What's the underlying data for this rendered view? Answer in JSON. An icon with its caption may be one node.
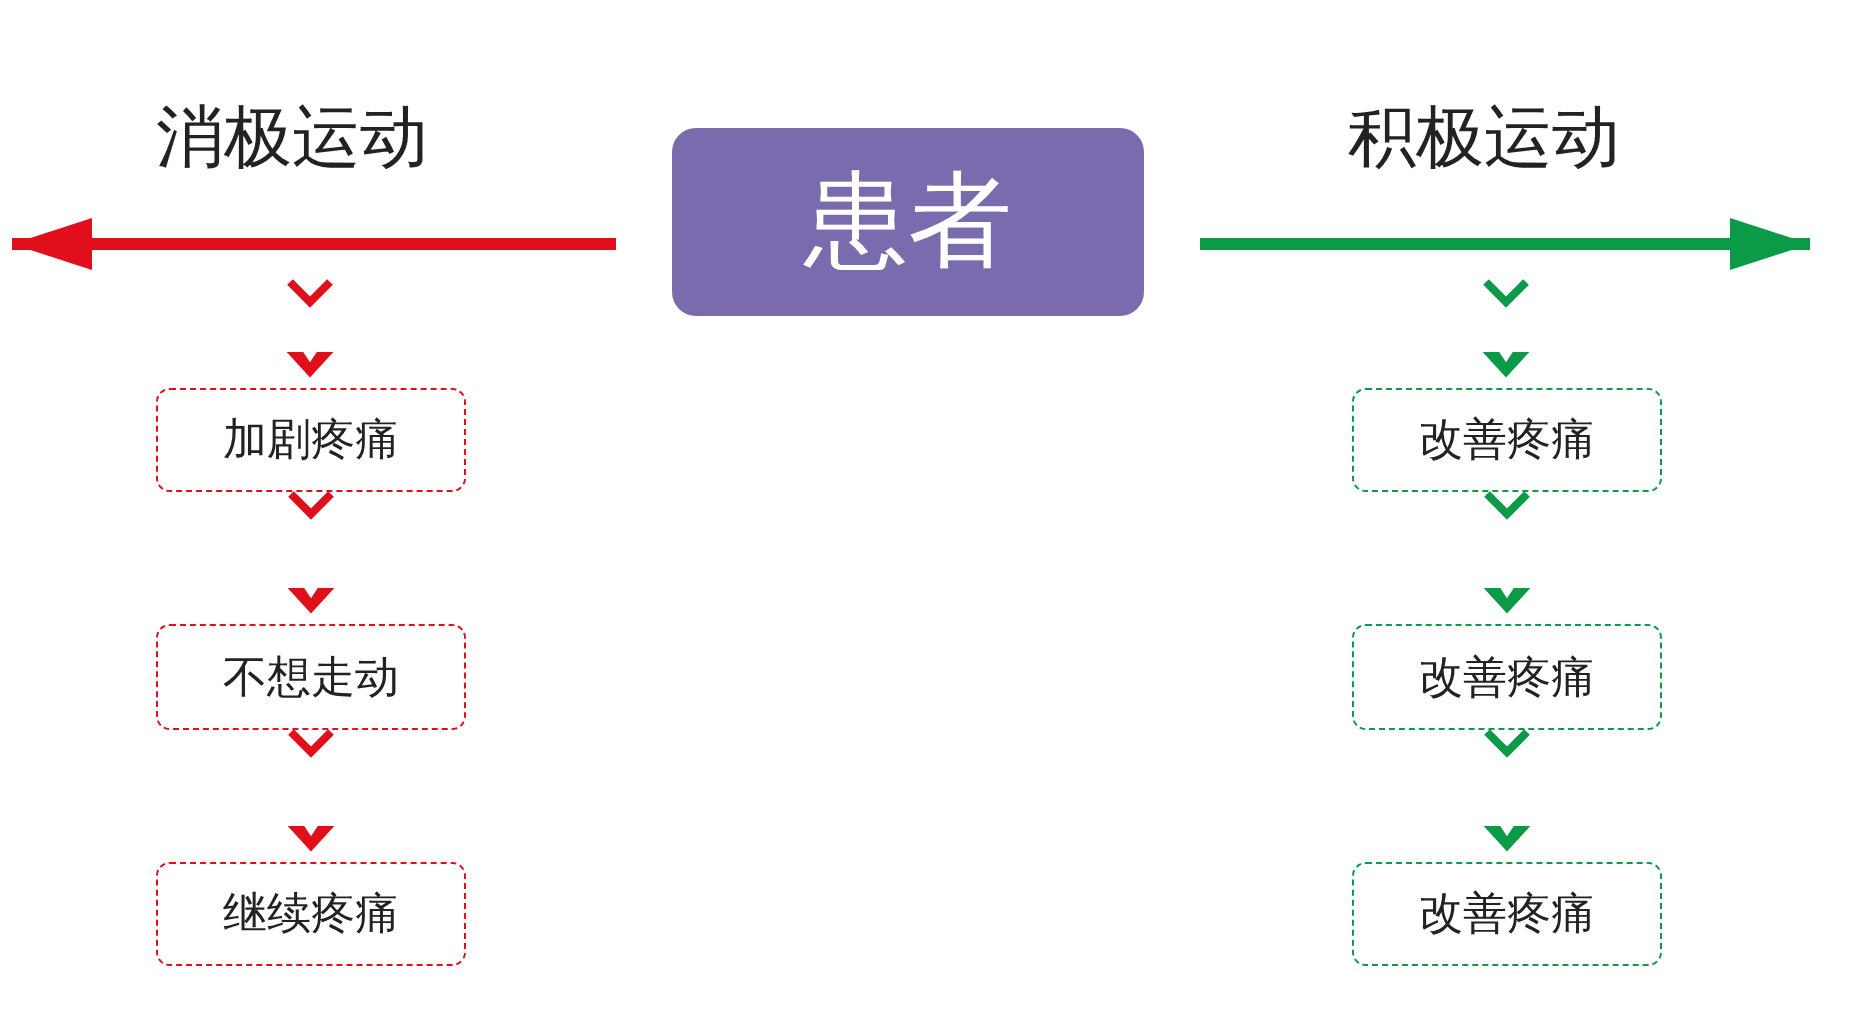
{
  "diagram": {
    "nodes": [
      {
        "text": [
          "患者"
        ]
      },
      {
        "text": [
          "加剧疼痛"
        ]
      },
      {
        "text": [
          "不想走动"
        ]
      },
      {
        "text": [
          "继续疼痛"
        ]
      },
      {
        "text": [
          "改善疼痛"
        ]
      },
      {
        "text": [
          "改善疼痛"
        ]
      },
      {
        "text": [
          "改善疼痛"
        ]
      }
    ],
    "edges": [
      {
        "from": 0,
        "to": null,
        "arrow": "to",
        "color": "#e10f1c"
      },
      {
        "from": 0,
        "to": null,
        "arrow": "to",
        "color": "#0b9a48"
      },
      {
        "from": null,
        "to": 1,
        "arrow": "to",
        "color": "#e10f1c"
      },
      {
        "from": 1,
        "to": 2,
        "arrow": "to",
        "color": "#e10f1c"
      },
      {
        "from": 2,
        "to": 3,
        "arrow": "to",
        "color": "#e10f1c"
      },
      {
        "from": null,
        "to": 4,
        "arrow": "to",
        "color": "#0b9a48"
      },
      {
        "from": 4,
        "to": 5,
        "arrow": "to",
        "color": "#0b9a48"
      },
      {
        "from": 5,
        "to": 6,
        "arrow": "to",
        "color": "#0b9a48"
      }
    ],
    "labels": [
      "消极运动",
      "积极运动"
    ]
  }
}
